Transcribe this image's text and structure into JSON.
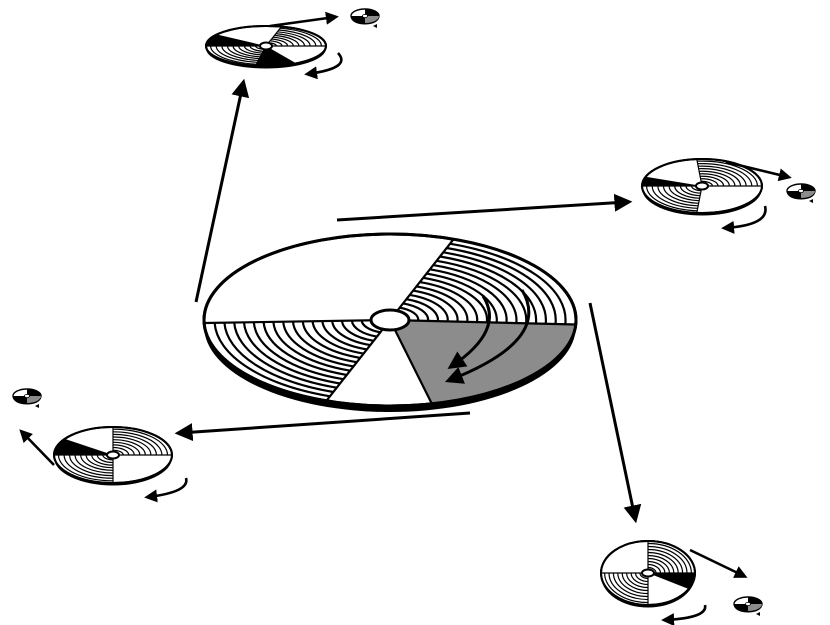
{
  "diagram": {
    "background": "#ffffff",
    "ink": "#000000",
    "shade": "#8c8c8c",
    "main_disc": {
      "groove_count": 16,
      "highlighted_quadrant": true,
      "rotation_arrows": 2
    },
    "satellite_discs": [
      {
        "name": "top",
        "groove_count": 9
      },
      {
        "name": "right",
        "groove_count": 9
      },
      {
        "name": "left",
        "groove_count": 9
      },
      {
        "name": "bottom-right",
        "groove_count": 9
      }
    ],
    "tiny_discs": [
      "top",
      "right",
      "left",
      "bottom-right"
    ],
    "outward_arrows": [
      "top",
      "right",
      "left",
      "bottom-right"
    ]
  }
}
